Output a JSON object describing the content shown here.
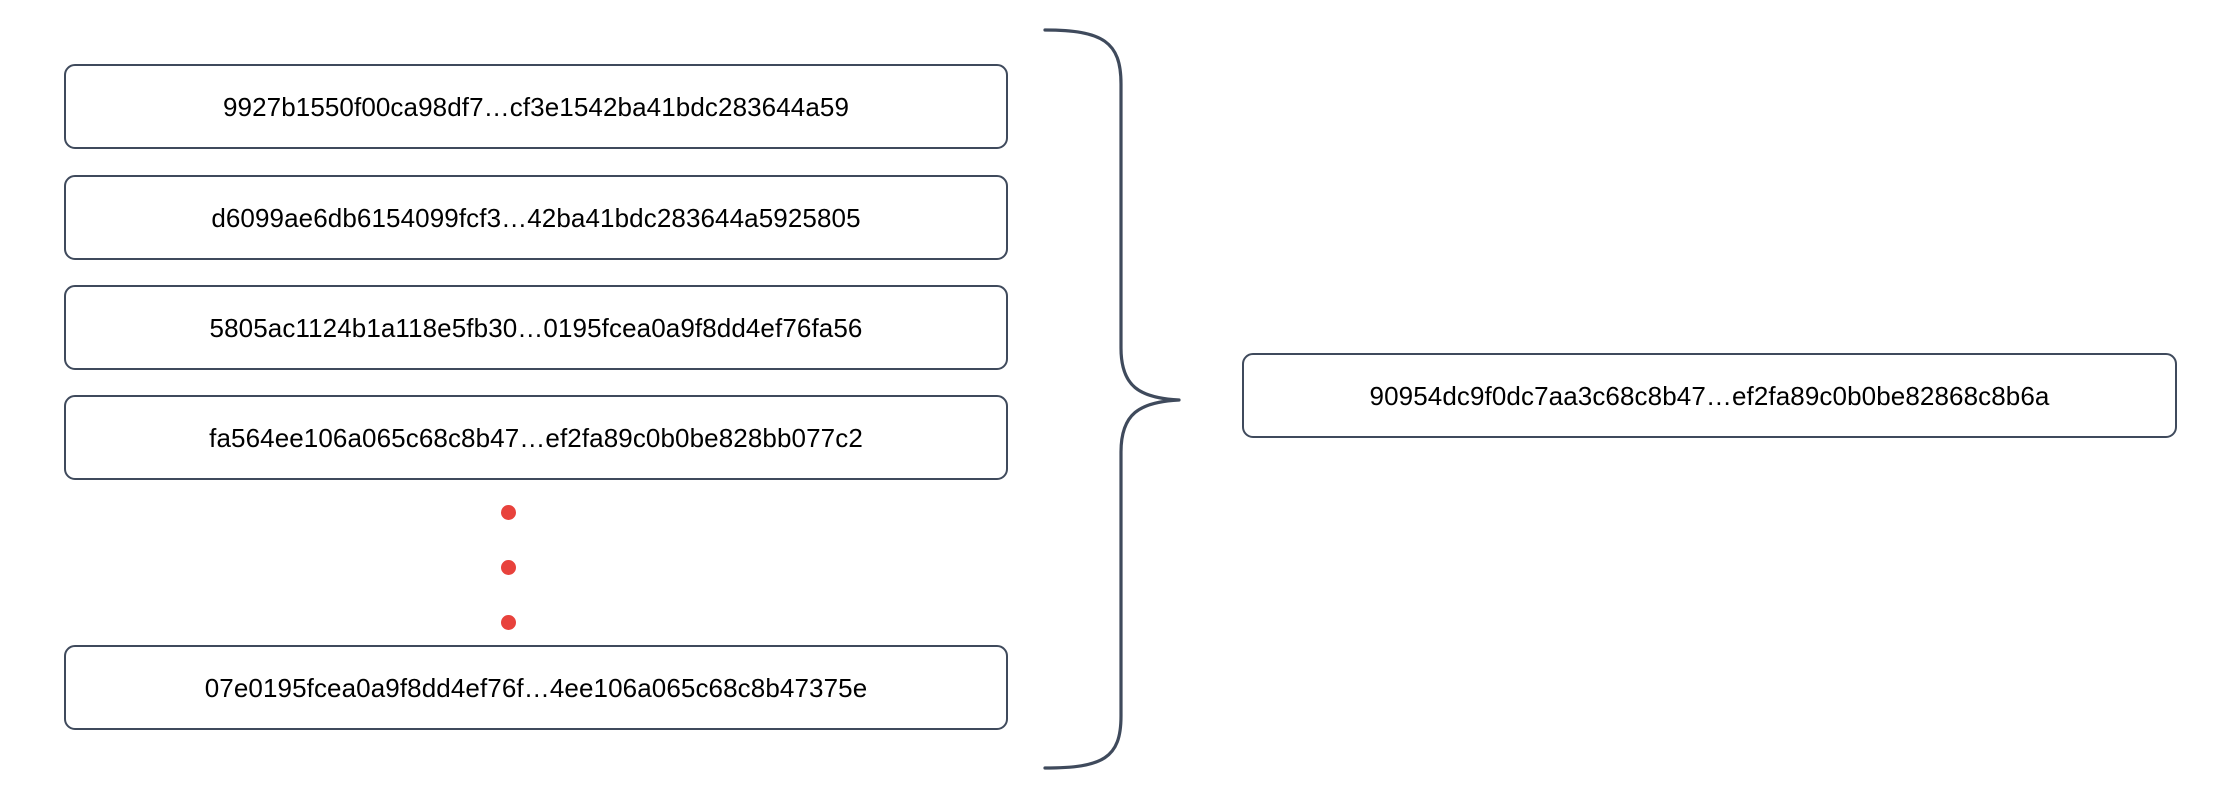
{
  "diagram": {
    "type": "aggregation-brace",
    "title": "Hash list aggregated into a single hash",
    "colors": {
      "box_border": "#3f4a5c",
      "brace": "#3f4a5c",
      "ellipsis_dot": "#e8423c",
      "text": "#000000",
      "background": "#ffffff"
    },
    "inputs": {
      "label": "input-hash-list",
      "items": [
        {
          "id": "hash-1",
          "value": "9927b1550f00ca98df7…cf3e1542ba41bdc283644a59"
        },
        {
          "id": "hash-2",
          "value": "d6099ae6db6154099fcf3…42ba41bdc283644a5925805"
        },
        {
          "id": "hash-3",
          "value": "5805ac1124b1a118e5fb30…0195fcea0a9f8dd4ef76fa56"
        },
        {
          "id": "hash-4",
          "value": "fa564ee106a065c68c8b47…ef2fa89c0b0be828bb077c2"
        },
        {
          "id": "hash-n",
          "value": "07e0195fcea0a9f8dd4ef76f…4ee106a065c68c8b47375e"
        }
      ],
      "ellipsis": {
        "label": "vertical-ellipsis",
        "dot_count": 3,
        "meaning": "more items omitted"
      }
    },
    "connector": {
      "label": "curly-brace",
      "orientation": "right-pointing",
      "meaning": "all inputs combine into one output"
    },
    "output": {
      "label": "aggregate-hash",
      "value": "90954dc9f0dc7aa3c68c8b47…ef2fa89c0b0be82868c8b6a"
    }
  }
}
